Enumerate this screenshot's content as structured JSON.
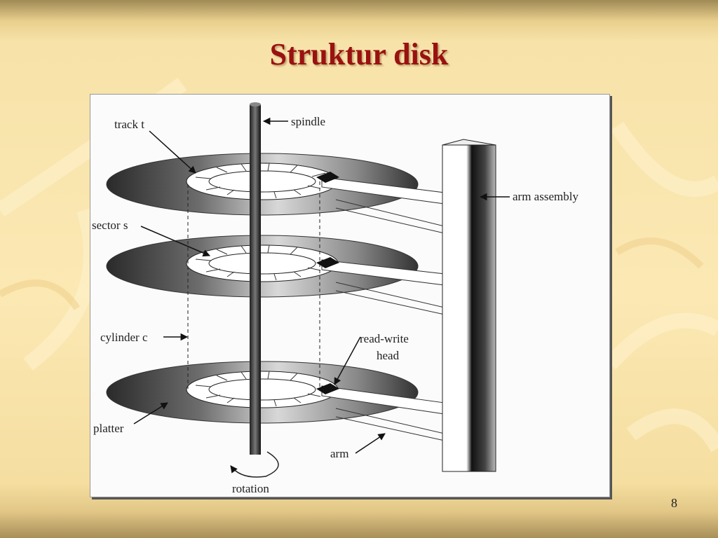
{
  "slide": {
    "title": "Struktur disk",
    "page_number": "8"
  },
  "diagram": {
    "labels": {
      "track": "track t",
      "spindle": "spindle",
      "arm_assembly": "arm assembly",
      "sector": "sector s",
      "cylinder": "cylinder c",
      "read_write_line1": "read-write",
      "read_write_line2": "head",
      "platter": "platter",
      "arm": "arm",
      "rotation": "rotation"
    }
  }
}
